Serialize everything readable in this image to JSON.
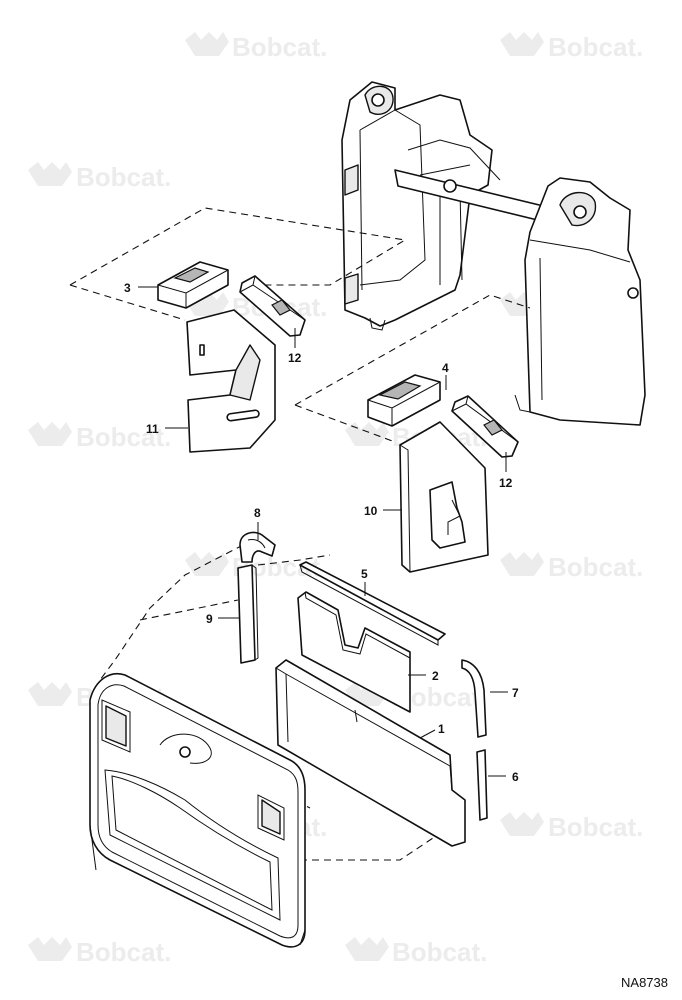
{
  "watermark": {
    "text": "Bobcat."
  },
  "callouts": {
    "c1": "1",
    "c2": "2",
    "c3": "3",
    "c4": "4",
    "c5": "5",
    "c6": "6",
    "c7": "7",
    "c8": "8",
    "c9": "9",
    "c10": "10",
    "c11": "11",
    "c12a": "12",
    "c12b": "12"
  },
  "figure_id": "NA8738"
}
